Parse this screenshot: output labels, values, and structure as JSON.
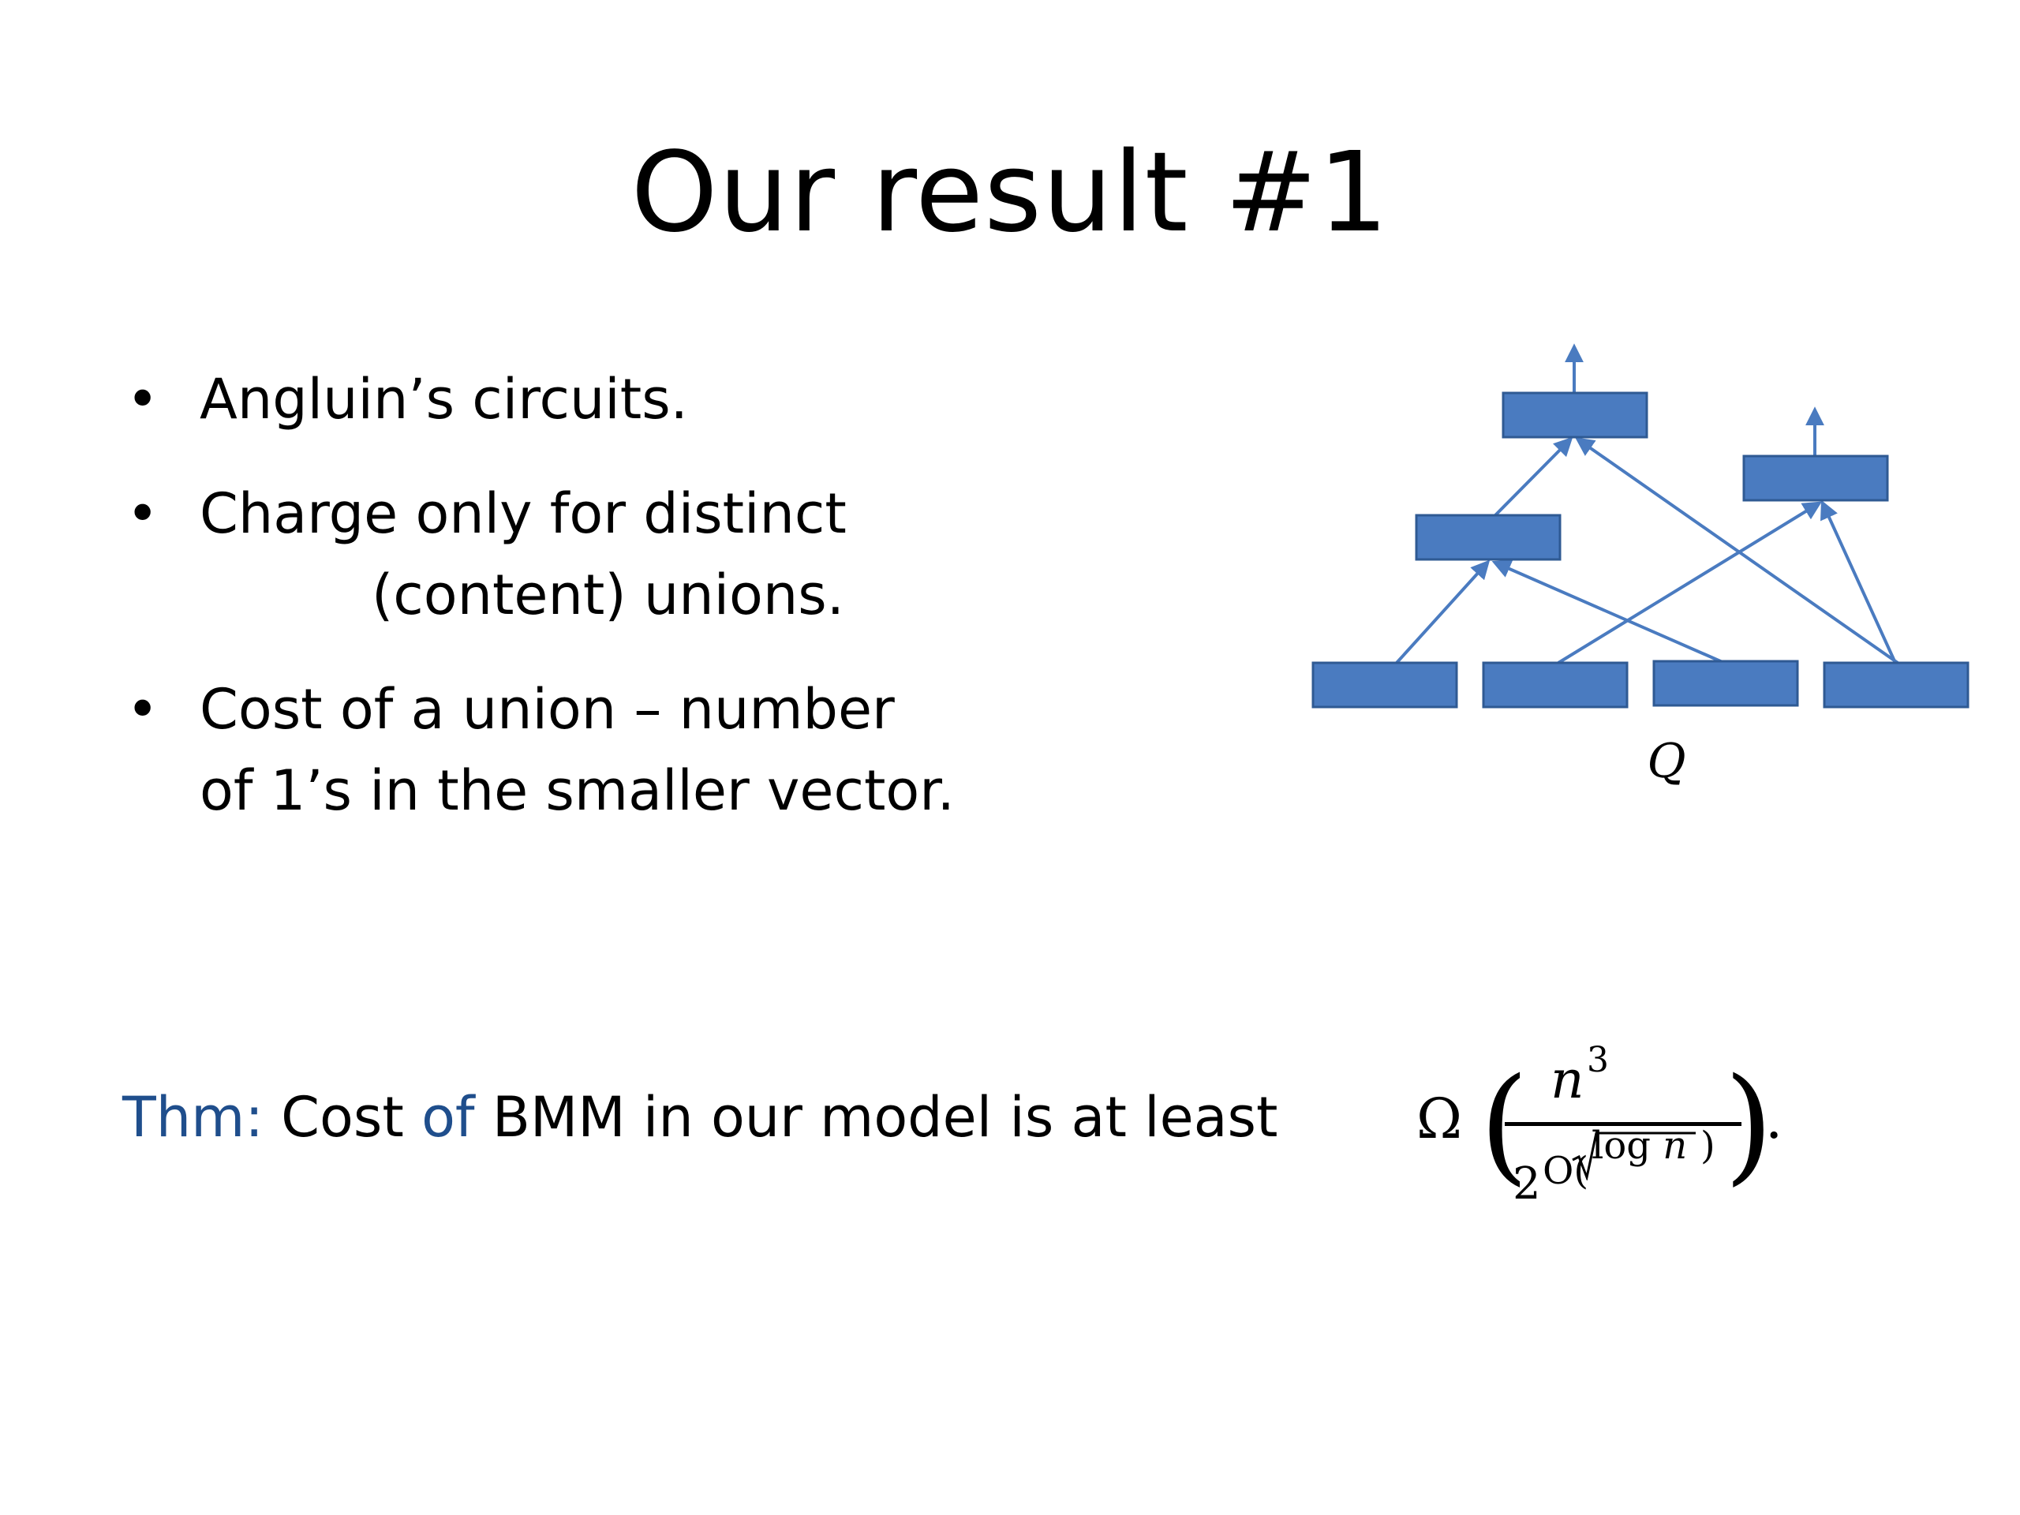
{
  "slide": {
    "title": "Our result #1",
    "bullets": [
      {
        "line1": "Angluin’s circuits.",
        "line2": ""
      },
      {
        "line1": "Charge only for distinct",
        "line2": "(content) unions."
      },
      {
        "line1": "Cost of a union – number",
        "line2": "of 1’s in the smaller vector."
      }
    ],
    "bullet_symbol": "•",
    "diagram": {
      "label": "Q",
      "box_color": "#4a7bc0",
      "box_border": "#2f5a93",
      "edge_color": "#4a7bc0"
    },
    "theorem": {
      "label": "Thm:",
      "text_1": "Cost",
      "text_of": "of",
      "text_2": "BMM in our model is at least",
      "omega": "Ω",
      "paren_left": "(",
      "paren_right": ")",
      "numerator_base": "n",
      "numerator_exp": "3",
      "denominator_base": "2",
      "denominator_exp_prefix": "O(",
      "denominator_log": "log",
      "denominator_var": "n",
      "denominator_exp_suffix": ")",
      "period": ".",
      "accent_color": "#1f4e8c"
    }
  }
}
